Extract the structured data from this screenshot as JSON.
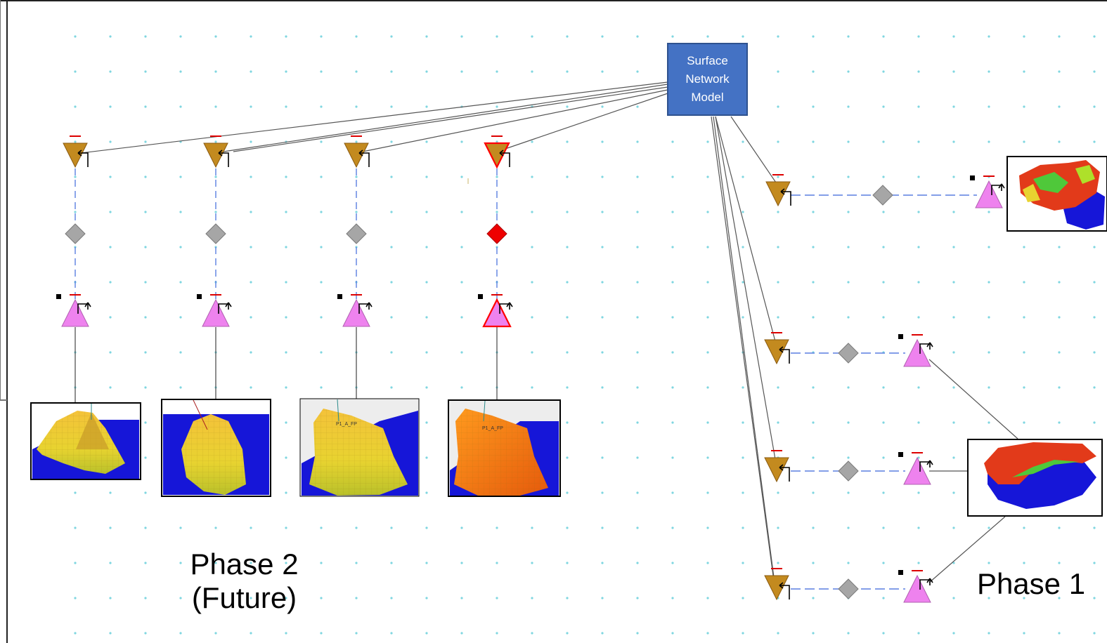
{
  "surface_network": {
    "line1": "Surface",
    "line2": "Network",
    "line3": "Model"
  },
  "phase2": {
    "line1": "Phase 2",
    "line2": "(Future)"
  },
  "phase1": {
    "label": "Phase 1"
  },
  "reservoir_label": "P1_A_FP",
  "colors": {
    "node_blue": "#4472c4",
    "sink_orange": "#c38a1f",
    "source_pink": "#ee82ee",
    "highlight_red": "#ff0000",
    "valve_grey": "#a6a6a6",
    "grid_dot": "#7fd6e0",
    "reservoir_water": "#1a1ad6"
  }
}
